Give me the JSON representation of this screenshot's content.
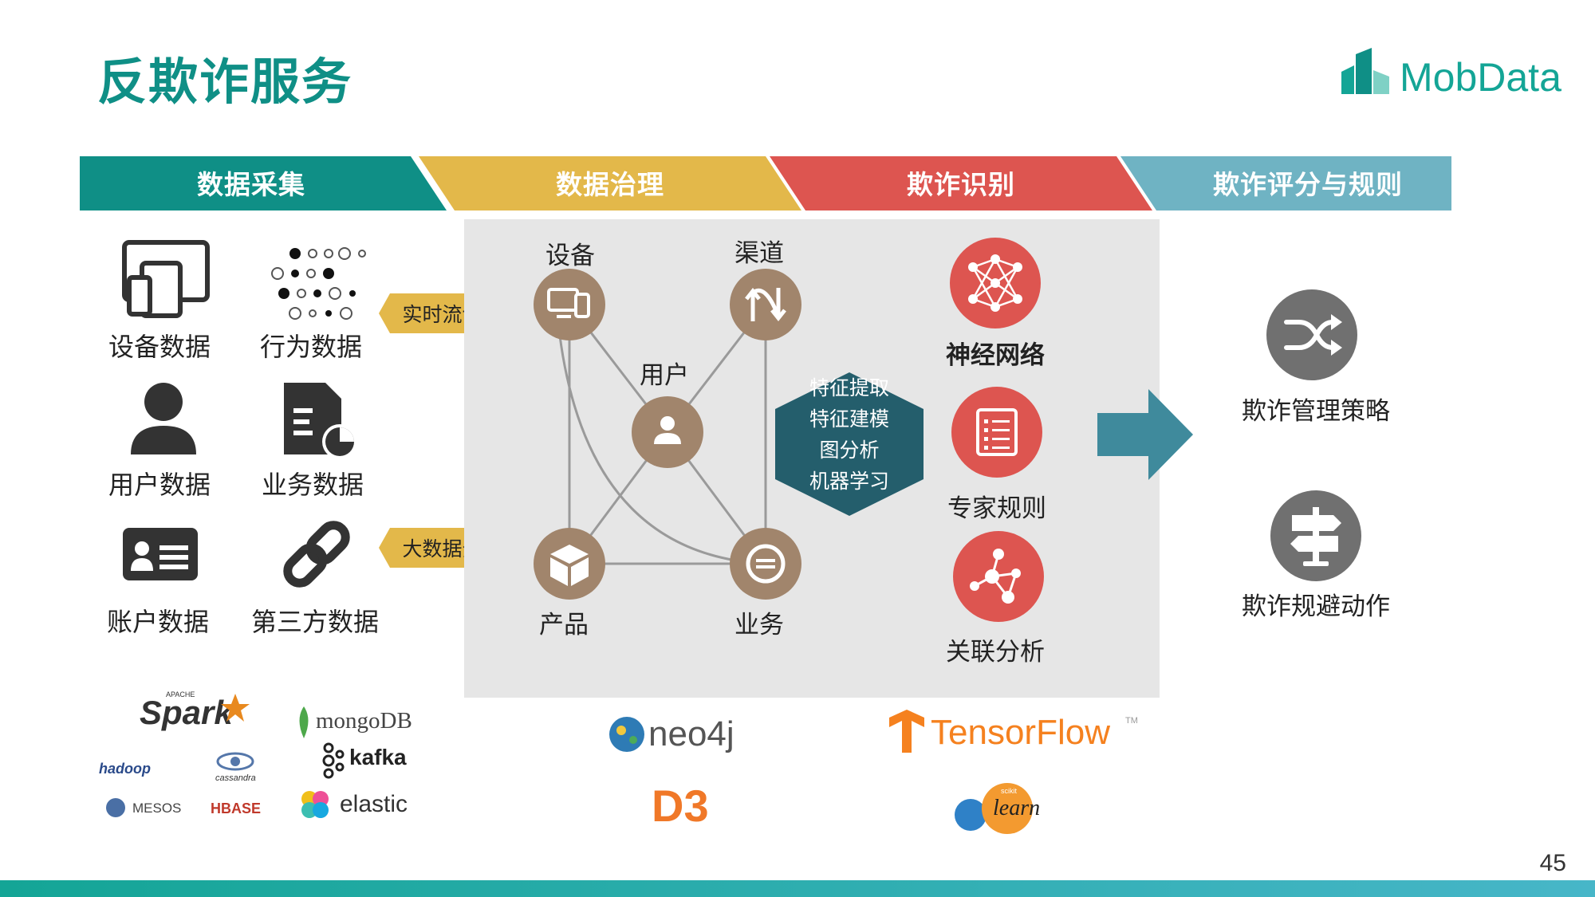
{
  "title": "反欺诈服务",
  "brand": "MobData",
  "page_number": "45",
  "colors": {
    "teal": "#0f8f86",
    "yellow": "#e3b84a",
    "red": "#dd5550",
    "lightblue": "#6fb3c3",
    "brown": "#a1856c",
    "darkteal": "#245e6c",
    "arrowblue": "#3f8a9c"
  },
  "stages": [
    {
      "label": "数据采集"
    },
    {
      "label": "数据治理"
    },
    {
      "label": "欺诈识别"
    },
    {
      "label": "欺诈评分与规则"
    }
  ],
  "collection": [
    {
      "label": "设备数据",
      "icon": "devices-icon"
    },
    {
      "label": "行为数据",
      "icon": "dots-pattern-icon"
    },
    {
      "label": "用户数据",
      "icon": "user-icon"
    },
    {
      "label": "业务数据",
      "icon": "document-icon"
    },
    {
      "label": "账户数据",
      "icon": "id-card-icon"
    },
    {
      "label": "第三方数据",
      "icon": "link-icon"
    }
  ],
  "flow_tags": {
    "realtime": "实时流计算",
    "bigdata": "大数据分析"
  },
  "graph_nodes": {
    "device": "设备",
    "channel": "渠道",
    "user": "用户",
    "product": "产品",
    "business": "业务"
  },
  "hexagon": [
    "特征提取",
    "特征建模",
    "图分析",
    "机器学习"
  ],
  "recognition": [
    {
      "label": "神经网络",
      "icon": "neural-network-icon"
    },
    {
      "label": "专家规则",
      "icon": "list-icon"
    },
    {
      "label": "关联分析",
      "icon": "network-graph-icon"
    }
  ],
  "actions": [
    {
      "label": "欺诈管理策略",
      "icon": "shuffle-icon"
    },
    {
      "label": "欺诈规避动作",
      "icon": "signpost-icon"
    }
  ],
  "tech_logos": {
    "spark": "Spark",
    "spark_small": "APACHE",
    "hadoop": "hadoop",
    "cassandra": "cassandra",
    "mesos": "MESOS",
    "hbase": "HBASE",
    "mongodb": "mongoDB",
    "kafka": "kafka",
    "elastic": "elastic",
    "neo4j": "neo4j",
    "d3": "D3",
    "tensorflow": "TensorFlow",
    "tm": "TM",
    "sklearn": "learn",
    "sklearn_small": "scikit"
  }
}
